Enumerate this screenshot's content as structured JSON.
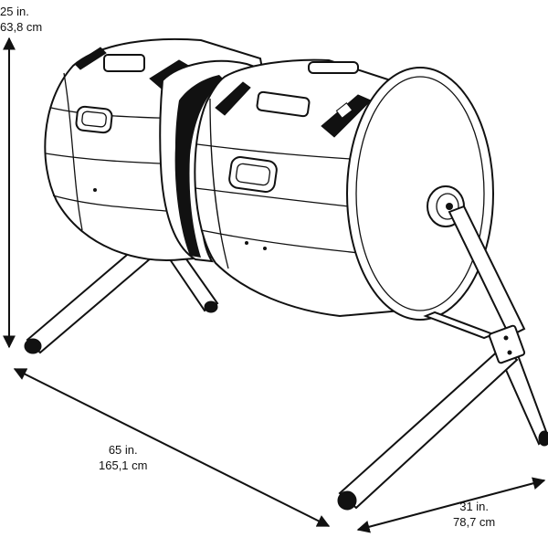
{
  "dimensions": {
    "height": {
      "imperial": "25 in.",
      "metric": "63,8 cm"
    },
    "length": {
      "imperial": "65 in.",
      "metric": "165,1 cm"
    },
    "width": {
      "imperial": "31 in.",
      "metric": "78,7 cm"
    }
  },
  "colors": {
    "stroke": "#111111",
    "fill": "#ffffff"
  }
}
